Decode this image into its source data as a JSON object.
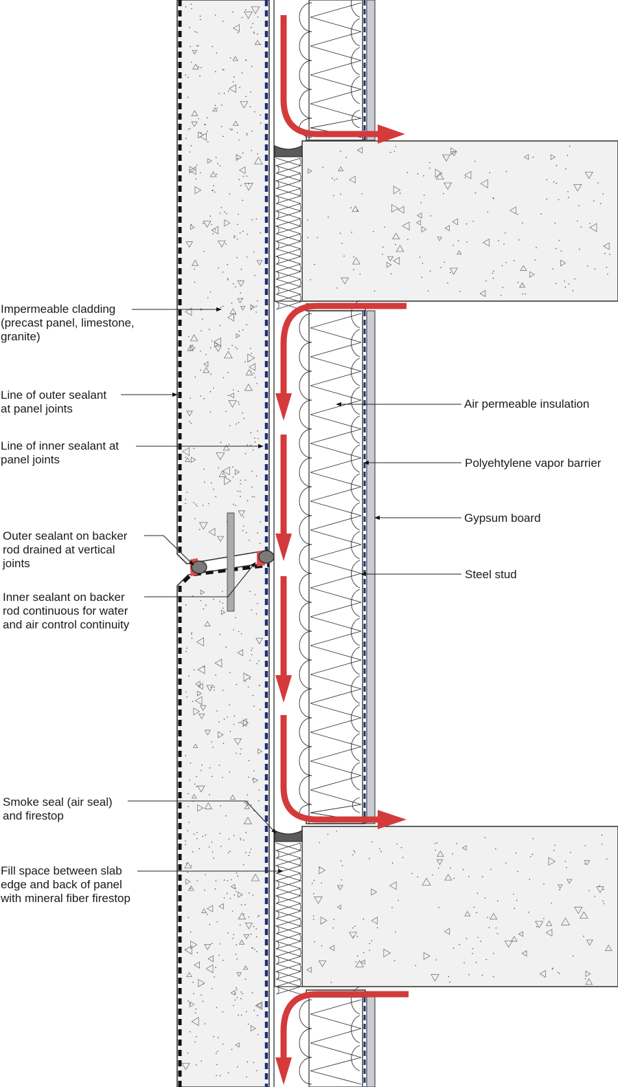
{
  "figure": {
    "subject": "Precast panel wall section with steel stud backup and slab edges",
    "colors": {
      "panel_fill": "#f0f1f0",
      "outline": "#3a3a3a",
      "outer_sealant": "#111111",
      "inner_sealant": "#1f2e7a",
      "airflow_arrow": "#d43a3a",
      "gypsum": "#c9ccd0",
      "smoke_seal": "#5b5b5b",
      "sealant_red": "#e04a4a",
      "anchor": "#a9abad"
    }
  },
  "labels": {
    "left": [
      {
        "id": "impermeable-cladding",
        "text": "Impermeable cladding\n(precast panel, limestone,\ngranite)"
      },
      {
        "id": "outer-sealant-line",
        "text": "Line of outer sealant\nat panel joints"
      },
      {
        "id": "inner-sealant-line",
        "text": "Line of inner sealant at\npanel joints"
      },
      {
        "id": "outer-sealant-backer",
        "text": "Outer sealant on backer\nrod drained at vertical\njoints"
      },
      {
        "id": "inner-sealant-backer",
        "text": "Inner sealant on backer\nrod continuous for water\nand air control continuity"
      },
      {
        "id": "smoke-seal",
        "text": "Smoke seal (air seal)\nand firestop"
      },
      {
        "id": "fill-space",
        "text": "Fill space between slab\nedge and back of panel\nwith mineral fiber firestop"
      }
    ],
    "right": [
      {
        "id": "air-permeable-insulation",
        "text": "Air permeable insulation"
      },
      {
        "id": "vapor-barrier",
        "text": "Polyehtylene vapor barrier"
      },
      {
        "id": "gypsum-board",
        "text": "Gypsum board"
      },
      {
        "id": "steel-stud",
        "text": "Steel stud"
      }
    ]
  }
}
